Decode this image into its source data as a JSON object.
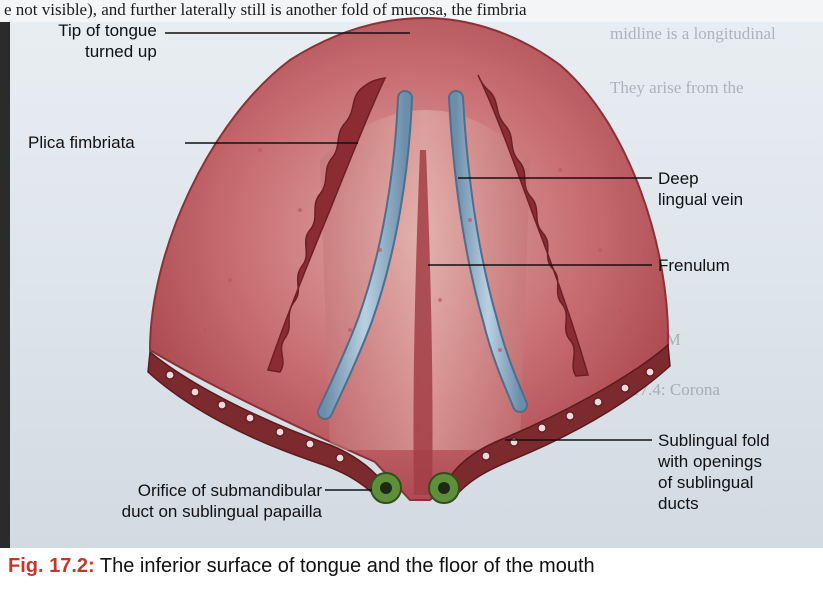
{
  "top_text": "e not visible), and further laterally still is another fold of mucosa, the fimbria",
  "labels": {
    "tip": [
      "Tip of tongue",
      "turned up"
    ],
    "plica": "Plica fimbriata",
    "deep_vein": [
      "Deep",
      "lingual vein"
    ],
    "frenulum": "Frenulum",
    "sublingual_fold": [
      "Sublingual fold",
      "with openings",
      "of sublingual",
      "ducts"
    ],
    "orifice": [
      "Orifice of submandibular",
      "duct on sublingual papailla"
    ]
  },
  "caption": {
    "figure_number": "Fig. 17.2:",
    "text": " The inferior surface of tongue and the floor of the mouth"
  },
  "colors": {
    "tongue": "#b8515a",
    "tongue_mid": "#d99a9a",
    "vein": "#8fb0cc",
    "fold": "#7d2a2e",
    "papilla": "#5f8f3a",
    "caption_fig": "#c0392b"
  }
}
